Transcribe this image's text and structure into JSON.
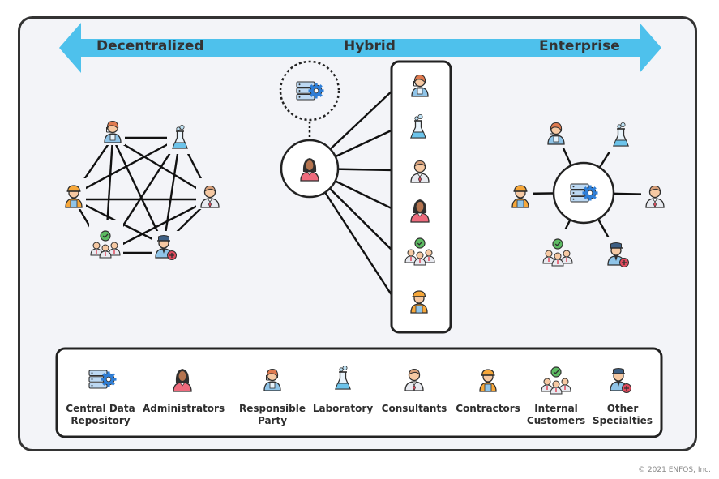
{
  "spectrum": {
    "left_label": "Decentralized",
    "center_label": "Hybrid",
    "right_label": "Enterprise",
    "arrow_color": "#4ec1ec"
  },
  "legend": [
    {
      "icon": "server-gear-icon",
      "label": "Central Data Repository"
    },
    {
      "icon": "administrator-icon",
      "label": "Administrators"
    },
    {
      "icon": "responsible-party-icon",
      "label": "Responsible Party"
    },
    {
      "icon": "laboratory-flask-icon",
      "label": "Laboratory"
    },
    {
      "icon": "consultant-icon",
      "label": "Consultants"
    },
    {
      "icon": "contractor-icon",
      "label": "Contractors"
    },
    {
      "icon": "internal-customers-icon",
      "label": "Internal Customers"
    },
    {
      "icon": "other-specialties-icon",
      "label": "Other Specialties"
    }
  ],
  "colors": {
    "frame_border": "#333333",
    "frame_bg": "#f3f4f8",
    "skin": "#f6c9a3",
    "shirt_blue": "#8fc4e8",
    "shirt_pink": "#ee6b7d",
    "hair_orange": "#e07a4f",
    "helmet": "#f6a73a",
    "check_green": "#5dbb63",
    "plus_red": "#e04a5d",
    "gear_blue": "#2f7fd8"
  },
  "copyright": "© 2021 ENFOS, Inc."
}
